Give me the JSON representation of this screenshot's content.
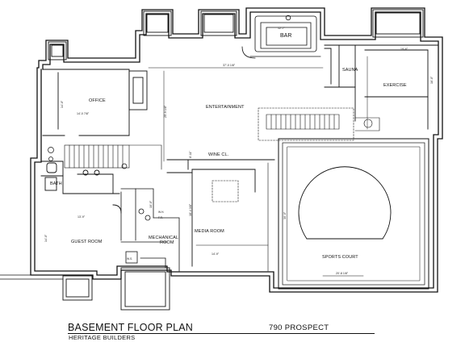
{
  "title": "BASEMENT FLOOR PLAN",
  "builder": "HERITAGE BUILDERS",
  "address": "790 PROSPECT",
  "rooms": {
    "bar": "BAR",
    "sauna": "SAUNA",
    "exercise": "EXERCISE",
    "office": "OFFICE",
    "entertainment": "ENTERTAINMENT",
    "wine": "WINE CL.",
    "sports": "SPORTS COURT",
    "media": "MEDIA ROOM",
    "guest": "GUEST ROOM",
    "mechanical_1": "MECHANICAL",
    "mechanical_2": "ROOM",
    "bath": "BATH"
  },
  "dims": {
    "bar_top": "12'-7\"",
    "exercise_w": "19'-6\"",
    "exercise_h": "16'-0\"",
    "entertain_w": "37'-0 1/8\"",
    "office_w": "14'-0 7/8\"",
    "office_h": "14'-0\"",
    "entertain_h": "25'-9 1/8\"",
    "guest_w": "13'-9\"",
    "guest_h": "14'-0\"",
    "media_w": "14'-9\"",
    "media_h": "18'-4 3/8\"",
    "wine_h": "8'-11\"",
    "sports_w": "30'-0\"",
    "sports_bottom": "20'-8 1/8\"",
    "mech_h": "10'-0\""
  },
  "small_labels": {
    "wh": "W.H.",
    "fr": "F.R.",
    "ws": "W.S."
  }
}
